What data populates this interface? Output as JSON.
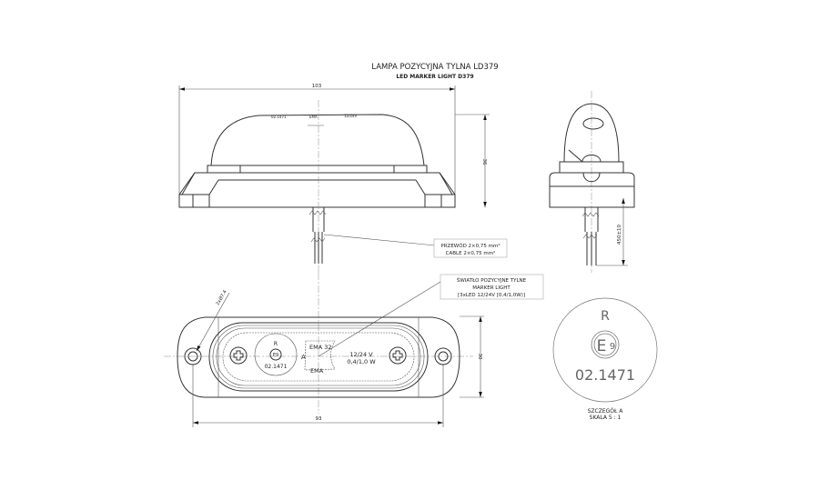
{
  "title": "LAMPA POZYCYJNA TYLNA LD379",
  "subtitle": "LED MARKER LIGHT D379",
  "front_view": {
    "width_dim": "103",
    "height_dim": "36",
    "lens_marks": [
      "02.1471",
      "EMA",
      "12/24V"
    ]
  },
  "side_view": {
    "cable_length_dim": "450±10"
  },
  "cable_note": {
    "line1": "PRZEWÓD 2×0,75 mm²",
    "line2": "CABLE 2×0,75 mm²"
  },
  "light_note": {
    "line1": "ŚWIATŁO POZYCYJNE TYLNE",
    "line2": "MARKER LIGHT",
    "line3": "[3xLED 12/24V [0,4/1,0W)]"
  },
  "top_view": {
    "hole_dim": "2xØ7.4",
    "width_dim": "93",
    "height_dim": "30",
    "detail_label": "A",
    "lens_text": {
      "r": "R",
      "e": "E9",
      "approval": "02.1471",
      "ema32": "EMA 32",
      "ema": "EMA",
      "voltage": "12/24 V",
      "power": "0,4/1,0 W"
    }
  },
  "detail": {
    "r": "R",
    "e": "E",
    "e_num": "9",
    "approval": "02.1471",
    "caption1": "SZCZEGÓŁ A",
    "caption2": "SKALA 5 : 1"
  }
}
